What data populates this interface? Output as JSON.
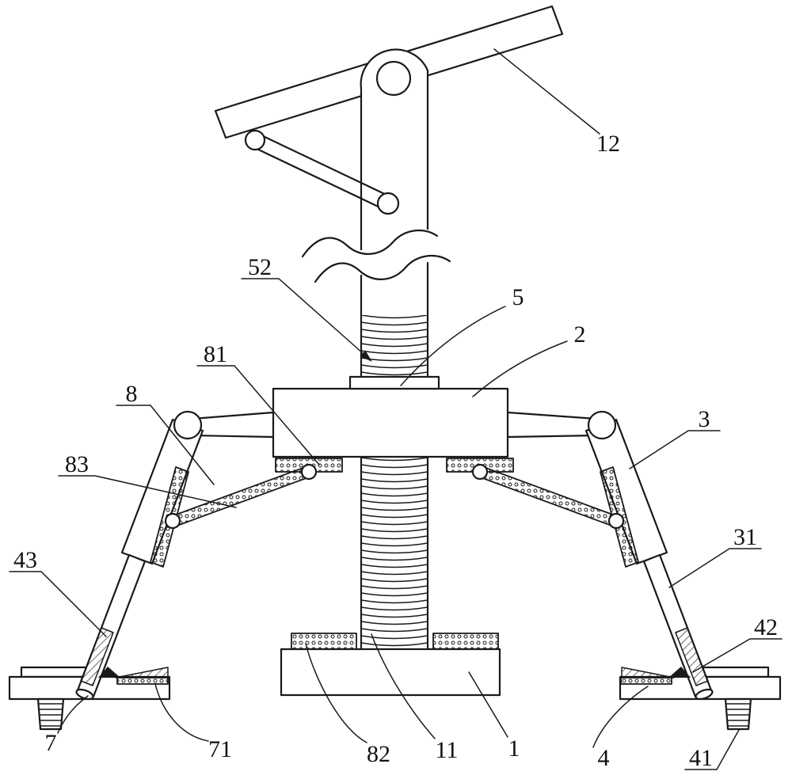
{
  "figure": {
    "kind": "patent-line-drawing",
    "background": "#ffffff",
    "line_color": "#1a1a1a"
  },
  "labels": {
    "n12": "12",
    "n52": "52",
    "n5": "5",
    "n2": "2",
    "n81": "81",
    "n8": "8",
    "n83": "83",
    "n3": "3",
    "n31": "31",
    "n43": "43",
    "n42": "42",
    "n7": "7",
    "n71": "71",
    "n82": "82",
    "n11": "11",
    "n1": "1",
    "n4": "4",
    "n41": "41"
  }
}
